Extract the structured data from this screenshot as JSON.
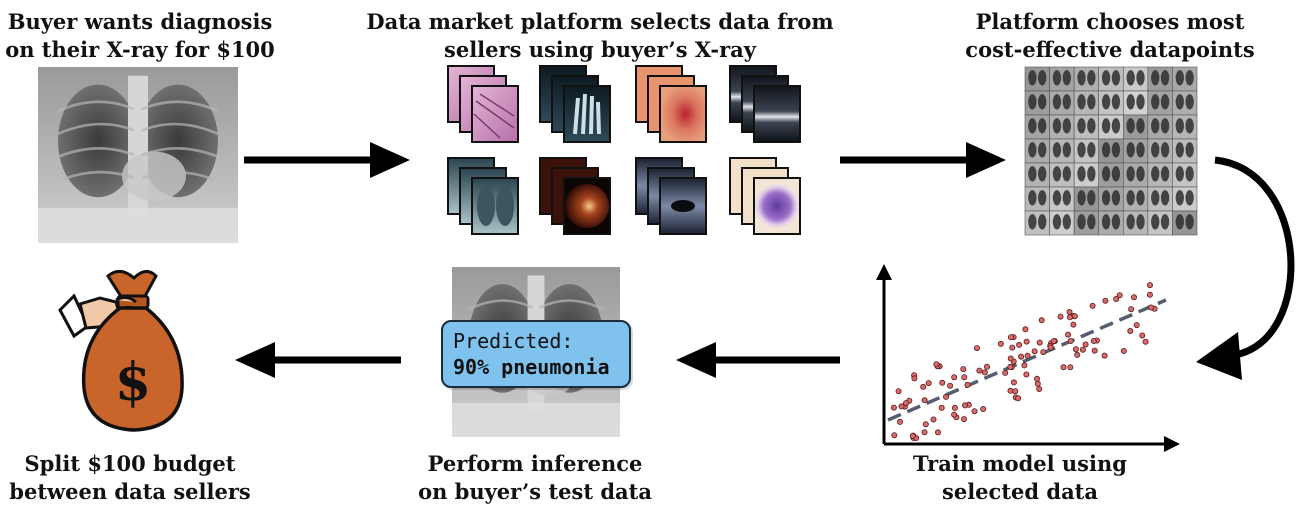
{
  "step1": {
    "line1": "Buyer wants diagnosis",
    "line2": "on their X-ray for $100"
  },
  "step2": {
    "line1": "Data market platform selects data from",
    "line2": "sellers using buyer’s X-ray"
  },
  "step3": {
    "line1": "Platform chooses most",
    "line2": "cost-effective datapoints"
  },
  "step4": {
    "line1": "Train model using",
    "line2": "selected data"
  },
  "step5": {
    "line1": "Perform inference",
    "line2": "on buyer’s test data"
  },
  "step6": {
    "line1": "Split $100 budget",
    "line2": "between data sellers"
  },
  "prediction": {
    "line1": "Predicted:",
    "line2": "90% pneumonia"
  },
  "money_bag": {
    "symbol": "$"
  },
  "colors": {
    "arrow": "#000000",
    "prediction_box": "#7fc2ee",
    "bag": "#c9652a",
    "scatter_point": "#d86a6a",
    "trend_line": "#555e6e"
  },
  "seller_datasets": [
    "histology",
    "hand-xray",
    "skin-lesion",
    "retina-oct",
    "chest-xray",
    "fundus",
    "ultrasound",
    "blood-cell"
  ]
}
